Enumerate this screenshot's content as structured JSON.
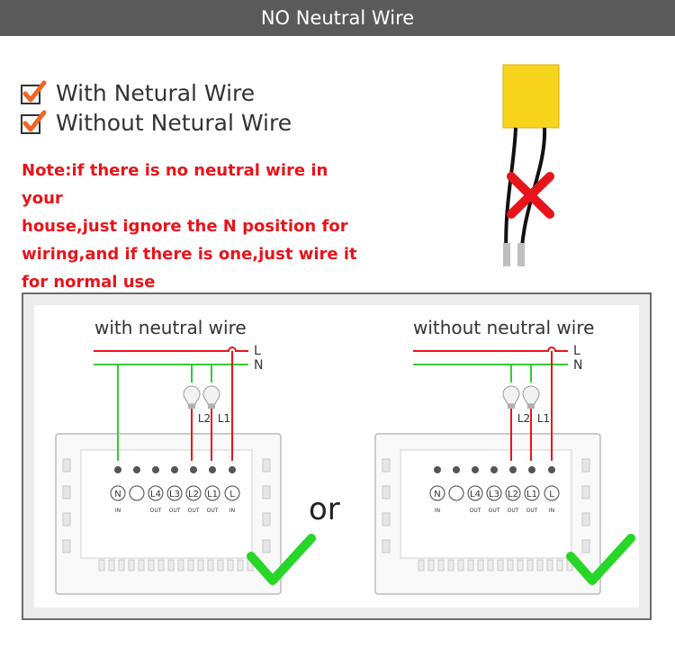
{
  "header": {
    "title": "NO Neutral Wire"
  },
  "features": [
    {
      "label": "With Netural Wire",
      "icon": "checkmark-icon"
    },
    {
      "label": "Without Netural Wire",
      "icon": "checkmark-icon"
    }
  ],
  "note": "Note:if there is no neutral wire in your\nhouse,just ignore the N position for\nwiring,and if there is one,just wire it\nfor normal use",
  "capacitor": {
    "icon": "capacitor-icon",
    "cross_icon": "red-cross-icon"
  },
  "diagrams": [
    {
      "title": "with neutral wire",
      "line_labels": {
        "L": "L",
        "N": "N"
      },
      "lamp_labels": [
        "L2",
        "L1"
      ],
      "terminals": [
        {
          "label": "N",
          "sub": "IN"
        },
        {
          "label": "",
          "sub": ""
        },
        {
          "label": "L4",
          "sub": "OUT"
        },
        {
          "label": "L3",
          "sub": "OUT"
        },
        {
          "label": "L2",
          "sub": "OUT"
        },
        {
          "label": "L1",
          "sub": "OUT"
        },
        {
          "label": "L",
          "sub": "IN"
        }
      ]
    },
    {
      "title": "without neutral wire",
      "line_labels": {
        "L": "L",
        "N": "N"
      },
      "lamp_labels": [
        "L2",
        "L1"
      ],
      "terminals": [
        {
          "label": "N",
          "sub": "IN"
        },
        {
          "label": "",
          "sub": ""
        },
        {
          "label": "L4",
          "sub": "OUT"
        },
        {
          "label": "L3",
          "sub": "OUT"
        },
        {
          "label": "L2",
          "sub": "OUT"
        },
        {
          "label": "L1",
          "sub": "OUT"
        },
        {
          "label": "L",
          "sub": "IN"
        }
      ]
    }
  ],
  "separator": "or",
  "colors": {
    "header_bg": "#5a5a5a",
    "live_wire": "#e8141b",
    "neutral_wire": "#33cc33",
    "note_text": "#e8141b",
    "check_orange": "#f26522",
    "check_green": "#27d627",
    "capacitor_yellow": "#f7d51d"
  }
}
